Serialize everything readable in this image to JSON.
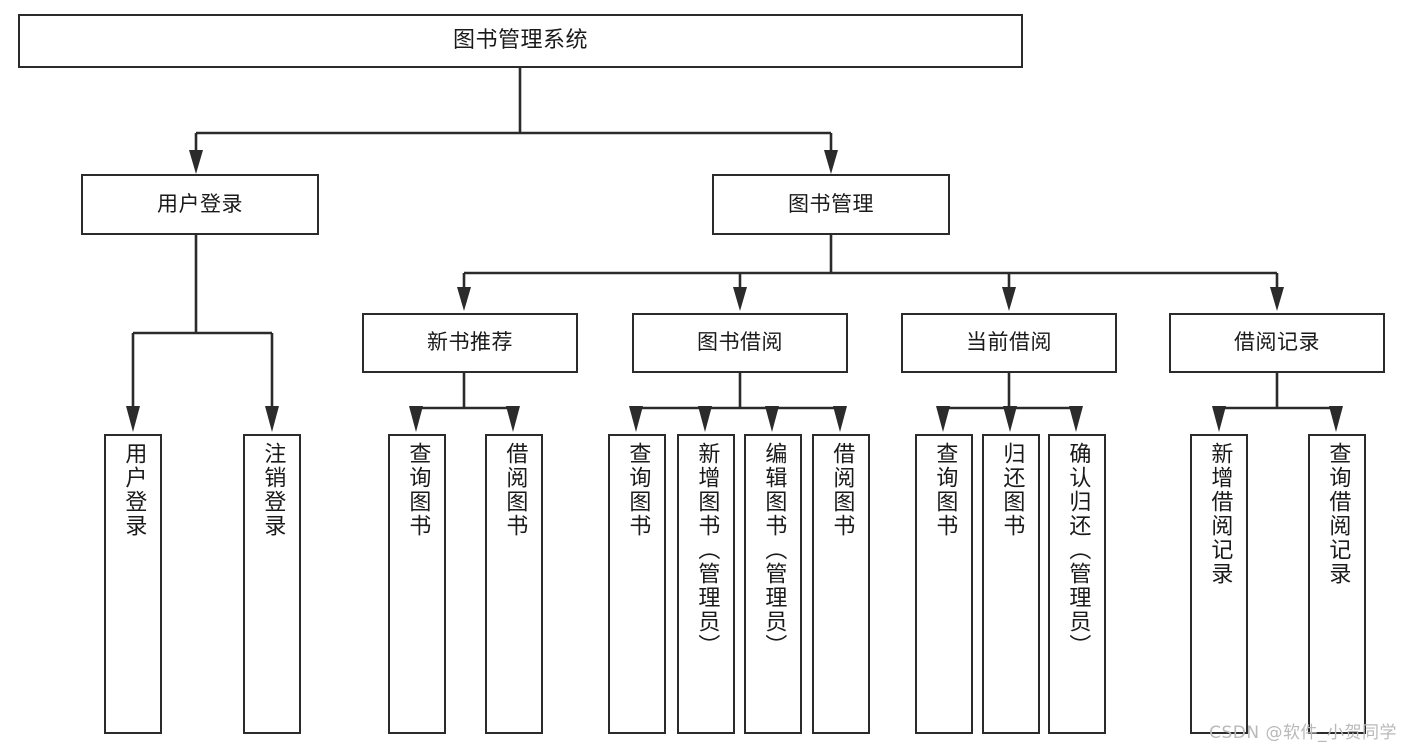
{
  "diagram": {
    "title": "图书管理系统",
    "type": "tree",
    "watermark": "CSDN @软件_小贺同学",
    "colors": {
      "box_border": "#2b2b2b",
      "box_fill": "#ffffff",
      "connector": "#2b2b2b",
      "text": "#1a1a1a",
      "watermark": "#b9b9b9",
      "background": "#ffffff"
    },
    "levels": {
      "level1": [
        {
          "id": "root",
          "label": "图书管理系统"
        }
      ],
      "level2": [
        {
          "id": "login",
          "label": "用户登录"
        },
        {
          "id": "bookmgmt",
          "label": "图书管理"
        }
      ],
      "level3": [
        {
          "id": "newbook",
          "label": "新书推荐"
        },
        {
          "id": "borrow",
          "label": "图书借阅"
        },
        {
          "id": "current",
          "label": "当前借阅"
        },
        {
          "id": "record",
          "label": "借阅记录"
        }
      ],
      "level4": {
        "login": [
          {
            "id": "leaf-user-login",
            "label": "用户登录"
          },
          {
            "id": "leaf-user-logout",
            "label": "注销登录"
          }
        ],
        "newbook": [
          {
            "id": "leaf-query-book-1",
            "label": "查询图书"
          },
          {
            "id": "leaf-borrow-book-1",
            "label": "借阅图书"
          }
        ],
        "borrow": [
          {
            "id": "leaf-query-book-2",
            "label": "查询图书"
          },
          {
            "id": "leaf-add-book",
            "label": "新增图书（管理员）"
          },
          {
            "id": "leaf-edit-book",
            "label": "编辑图书（管理员）"
          },
          {
            "id": "leaf-borrow-book-2",
            "label": "借阅图书"
          }
        ],
        "current": [
          {
            "id": "leaf-query-book-3",
            "label": "查询图书"
          },
          {
            "id": "leaf-return-book",
            "label": "归还图书"
          },
          {
            "id": "leaf-confirm-return",
            "label": "确认归还（管理员）"
          }
        ],
        "record": [
          {
            "id": "leaf-add-record",
            "label": "新增借阅记录"
          },
          {
            "id": "leaf-query-record",
            "label": "查询借阅记录"
          }
        ]
      }
    }
  }
}
